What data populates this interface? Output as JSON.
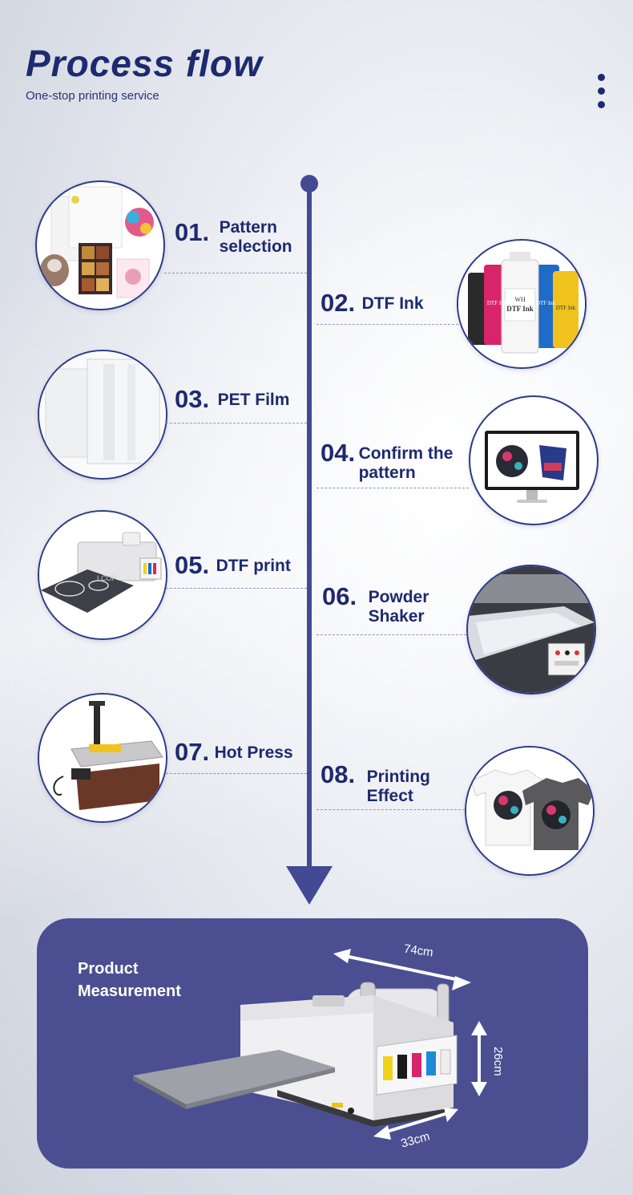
{
  "header": {
    "title": "Process flow",
    "subtitle": "One-stop printing service"
  },
  "steps": [
    {
      "num": "01.",
      "label_line1": "Pattern",
      "label_line2": "selection"
    },
    {
      "num": "02.",
      "label_line1": "DTF Ink",
      "label_line2": ""
    },
    {
      "num": "03.",
      "label_line1": "PET Film",
      "label_line2": ""
    },
    {
      "num": "04.",
      "label_line1": "Confirm the",
      "label_line2": "pattern"
    },
    {
      "num": "05.",
      "label_line1": "DTF print",
      "label_line2": ""
    },
    {
      "num": "06.",
      "label_line1": "Powder",
      "label_line2": "Shaker"
    },
    {
      "num": "07.",
      "label_line1": "Hot Press",
      "label_line2": ""
    },
    {
      "num": "08.",
      "label_line1": "Printing",
      "label_line2": "Effect"
    }
  ],
  "ink_bottle_label": "DTF Ink",
  "bottle_labels": [
    "WH",
    "DTF Ink"
  ],
  "printer_brand": "LCOP",
  "measurement": {
    "title_line1": "Product",
    "title_line2": "Measurement",
    "width": "74cm",
    "height": "26cm",
    "depth": "33cm"
  },
  "colors": {
    "brand_navy": "#1e2a6e",
    "spine": "#434a93",
    "panel": "#4b4f91"
  }
}
